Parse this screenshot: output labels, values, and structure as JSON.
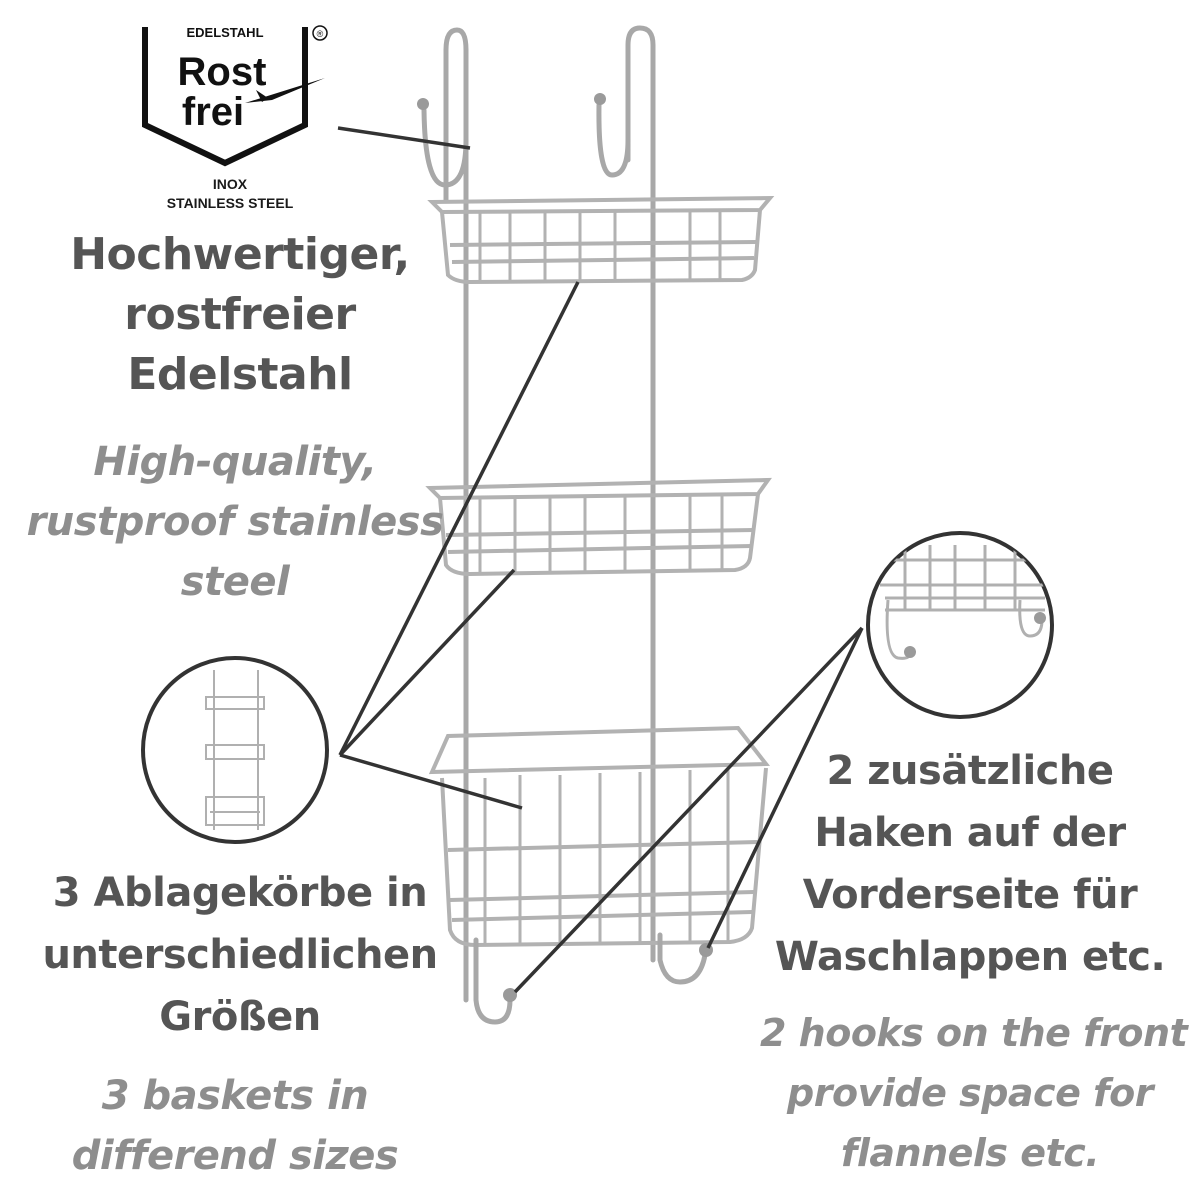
{
  "logo": {
    "top_text": "EDELSTAHL",
    "registered": "®",
    "line1": "Rost",
    "line2": "frei",
    "sub1": "INOX",
    "sub2": "STAINLESS STEEL"
  },
  "feature_material": {
    "german": [
      "Hochwertiger,",
      "rostfreier",
      "Edelstahl"
    ],
    "english": [
      "High-quality,",
      "rustproof stainless",
      "steel"
    ]
  },
  "feature_baskets": {
    "german": [
      "3 Ablagekörbe in",
      "unterschiedlichen",
      "Größen"
    ],
    "english": [
      "3 baskets in",
      "differend sizes"
    ]
  },
  "feature_hooks": {
    "german": [
      "2 zusätzliche",
      "Haken auf der",
      "Vorderseite für",
      "Waschlappen etc."
    ],
    "english": [
      "2 hooks on the front",
      "provide space for",
      "flannels etc."
    ]
  },
  "colors": {
    "german_text": "#555555",
    "english_text": "#8e8e8e",
    "callout_line": "#333333",
    "wire": "#b5b5b5"
  }
}
